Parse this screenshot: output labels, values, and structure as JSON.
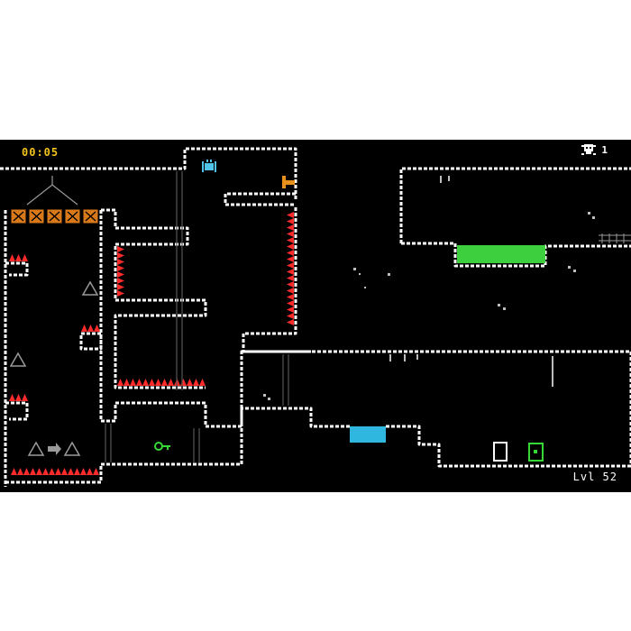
{
  "hud": {
    "timer": "00:05",
    "deaths": "1",
    "level": "Lvl 52"
  },
  "colors": {
    "background": "#000000",
    "wall": "#ffffff",
    "spike": "#ff2b2b",
    "crate": "#d97a1a",
    "acid": "#3ecf3e",
    "water": "#2fb7e0",
    "key": "#35d835",
    "exit_door": "#35d835",
    "lever": "#e8901c",
    "player": "#4fc3e8",
    "timer_text": "#f2c31b",
    "hint": "#9a9a9a"
  },
  "icons": {
    "player": "spider-player-icon",
    "deaths": "skull-icon",
    "key": "key-icon",
    "exit": "exit-door-icon",
    "lever": "lever-icon",
    "warning": "warning-triangle-icon",
    "arrow": "arrow-right-icon"
  }
}
